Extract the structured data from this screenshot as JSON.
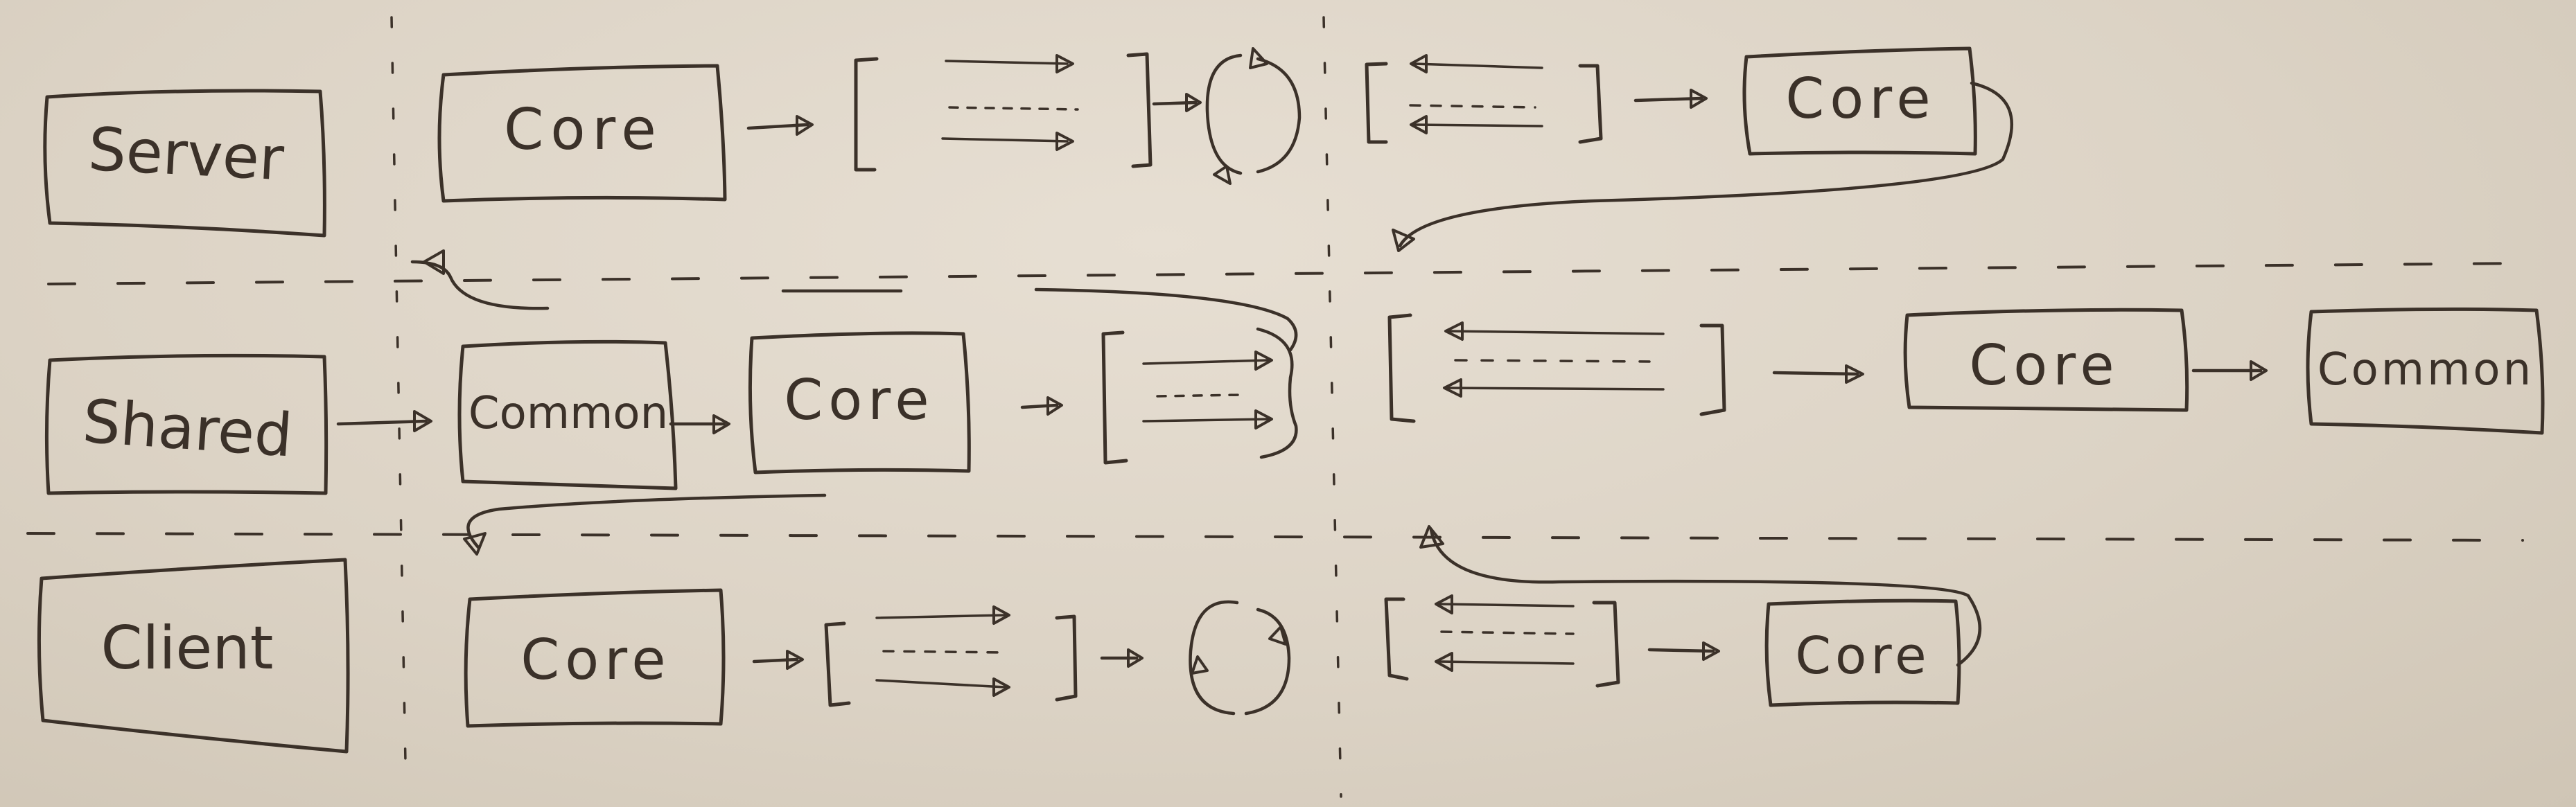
{
  "labels": {
    "server": "Server",
    "shared": "Shared",
    "client": "Client",
    "server_core_1": "Core",
    "server_core_2": "Core",
    "shared_common_1": "Common",
    "shared_core_1": "Core",
    "shared_core_2": "Core",
    "shared_common_2": "Common",
    "client_core_1": "Core",
    "client_core_2": "Core"
  },
  "colors": {
    "board": "#dcd3c5",
    "ink": "#3b3129"
  }
}
